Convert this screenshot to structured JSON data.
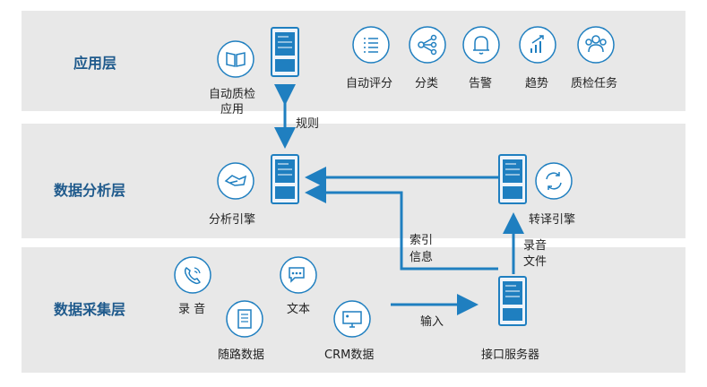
{
  "layers": {
    "app": "应用层",
    "analysis": "数据分析层",
    "collect": "数据采集层"
  },
  "app": {
    "qc_app_line1": "自动质检",
    "qc_app_line2": "应用",
    "auto_score": "自动评分",
    "classify": "分类",
    "alarm": "告警",
    "trend": "趋势",
    "qc_task": "质检任务"
  },
  "analysis": {
    "engine": "分析引擎",
    "transcribe": "转译引擎"
  },
  "collect": {
    "audio": "录 音",
    "text": "文本",
    "random": "随路数据",
    "crm": "CRM数据",
    "interface": "接口服务器"
  },
  "arrows": {
    "rules": "规则",
    "index_l1": "索引",
    "index_l2": "信息",
    "audio_file_l1": "录音",
    "audio_file_l2": "文件",
    "input": "输入"
  },
  "colors": {
    "arrow": "#1f7fc0",
    "icon": "#1f7fc0",
    "band": "#e8e8e8",
    "title": "#1f5a8c"
  }
}
